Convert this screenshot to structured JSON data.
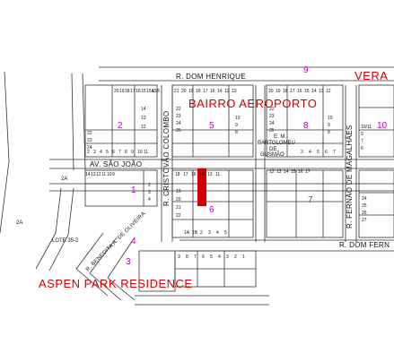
{
  "map": {
    "title_bairro": "BAIRRO AEROPORTO",
    "title_residence": "ASPEN PARK RESIDENCE",
    "title_vera": "VERA",
    "colors": {
      "highlight": "#d40000",
      "block_number": "#c000c0",
      "line": "#333333"
    },
    "streets": {
      "dom_henrique": "R. DOM HENRIQUE",
      "sao_joao": "AV. SÃO JOÃO",
      "cristovao_colombo": "R. CRISTÓVÃO COLOMBO",
      "dom_fernando": "R. DOM FERN",
      "benedita": "R. BENEDITA A. DE OLIVEIRA",
      "fernao_magalhaes": "R. FERNÃO DE MAGALHÃES"
    },
    "places": {
      "school_1": "E. M.",
      "school_2": "BARTOLOMEU",
      "school_3": "DE",
      "school_4": "GUSMÃO"
    },
    "lote_label": "LOTE 35-2",
    "block_numbers": [
      "1",
      "2",
      "3",
      "4",
      "5",
      "6",
      "7",
      "8",
      "9",
      "10"
    ],
    "misc_labels": {
      "a2": "2A",
      "a2b": "2A"
    },
    "lots": {
      "b2_top": [
        "20",
        "19",
        "18",
        "17",
        "16",
        "15",
        "15A",
        "15B"
      ],
      "b2_left": [
        "22",
        "23",
        "24"
      ],
      "b2_right": [
        "14",
        "13",
        "12"
      ],
      "b2_bottom": [
        "2",
        "3",
        "4",
        "5",
        "6",
        "7",
        "8",
        "9",
        "10",
        "11"
      ],
      "b5_top": [
        "21",
        "20",
        "19",
        "18",
        "17",
        "16",
        "14",
        "12",
        "13"
      ],
      "b5_left": [
        "22",
        "23",
        "24",
        "25"
      ],
      "b5_right": [
        "10",
        "9",
        "8"
      ],
      "b8_top": [
        "20",
        "19",
        "18",
        "17",
        "16",
        "15",
        "14",
        "13",
        "12"
      ],
      "b8_left": [
        "22",
        "23",
        "24",
        "25"
      ],
      "b8_right": [
        "10",
        "9",
        "8"
      ],
      "b8_bottom": [
        "3",
        "4",
        "5",
        "6",
        "7"
      ],
      "b1_top": [
        "14",
        "13",
        "12",
        "11",
        "10",
        "9"
      ],
      "b1_right": [
        "2",
        "3",
        "4"
      ],
      "b6_top": [
        "18",
        "17",
        "16",
        "1A",
        "13",
        "11"
      ],
      "b6_left": [
        "19",
        "20",
        "21",
        "22"
      ],
      "b6_bottom": [
        "1A",
        "1B",
        "2",
        "3",
        "4",
        "5"
      ],
      "b7_left": [
        "12",
        "13",
        "14",
        "15",
        "16",
        "17"
      ],
      "b7_right": [
        "24",
        "25",
        "26",
        "27"
      ],
      "b10": [
        "10/11",
        "9",
        "7",
        "6"
      ],
      "residence_lots": [
        "9",
        "8",
        "7",
        "6",
        "5",
        "4",
        "3",
        "2",
        "1"
      ]
    }
  }
}
